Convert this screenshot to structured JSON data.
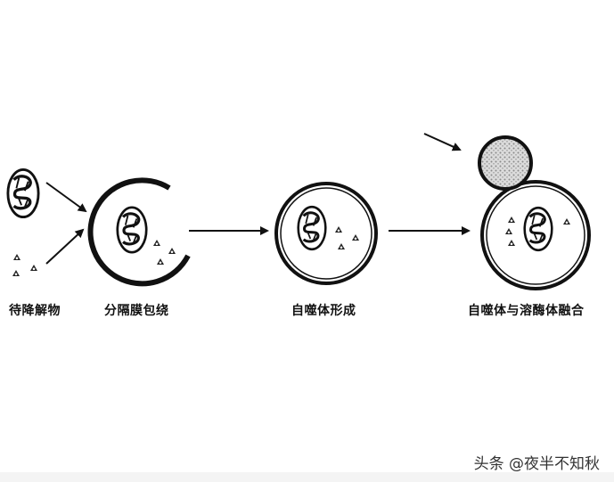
{
  "steps": [
    {
      "label": "待降解物"
    },
    {
      "label": "分隔膜包绕"
    },
    {
      "label": "自噬体形成"
    },
    {
      "label": "自噬体与溶酶体融合"
    }
  ],
  "watermark": "头条 @夜半不知秋"
}
